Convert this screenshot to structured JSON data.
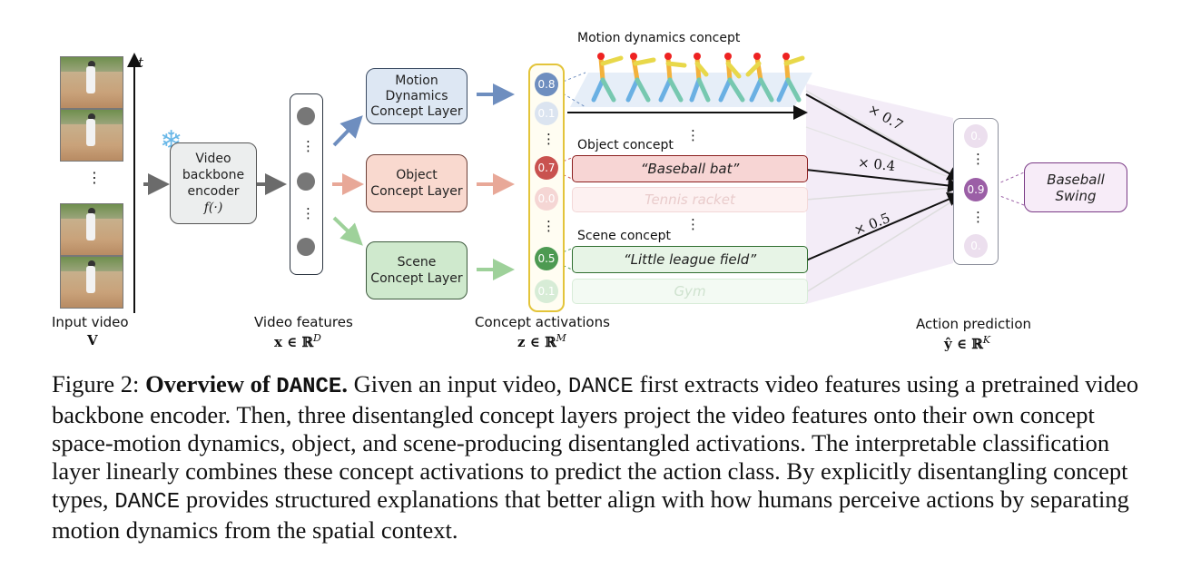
{
  "figure": {
    "t_axis": "t",
    "input_video_label": "Input video",
    "input_video_symbol": "V",
    "ellipsis": "⋮",
    "encoder": {
      "line1": "Video",
      "line2": "backbone",
      "line3": "encoder",
      "fn": "f(·)"
    },
    "features_label": "Video features",
    "features_symbol": "x ∈ ℝ",
    "features_sup": "D",
    "concept_layers": {
      "motion": [
        "Motion",
        "Dynamics",
        "Concept Layer"
      ],
      "object": [
        "Object",
        "Concept Layer"
      ],
      "scene": [
        "Scene",
        "Concept Layer"
      ]
    },
    "activations": {
      "motion_top": "0.8",
      "motion_faded": "0.1",
      "object_top": "0.7",
      "object_faded": "0.0",
      "scene_top": "0.5",
      "scene_faded": "0.1"
    },
    "motion_concept_title": "Motion dynamics concept",
    "object_concept_title": "Object concept",
    "scene_concept_title": "Scene concept",
    "concepts": {
      "object_active": "“Baseball bat”",
      "object_faded": "Tennis racket",
      "scene_active": "“Little league field”",
      "scene_faded": "Gym"
    },
    "weights": {
      "motion": "× 0.7",
      "object": "× 0.4",
      "scene": "× 0.5"
    },
    "activations_label": "Concept activations",
    "activations_symbol": "z ∈ ℝ",
    "activations_sup": "M",
    "prediction": {
      "top": "0.",
      "main": "0.9",
      "bottom": "0."
    },
    "prediction_label": "Action prediction",
    "prediction_symbol": "ŷ ∈ ℝ",
    "prediction_sup": "K",
    "class_label_line1": "Baseball",
    "class_label_line2": "Swing",
    "colors": {
      "motion": "#6e8ebf",
      "object": "#c9524f",
      "scene": "#4d9a52",
      "prediction": "#9b5fa6",
      "highlight_border": "#e3c43a"
    }
  },
  "caption": {
    "prefix": "Figure 2: ",
    "bold_prefix": "Overview of ",
    "bold_name": "DANCE",
    "bold_suffix": ".",
    "part1": "  Given an input video, ",
    "name1": "DANCE",
    "part2": " first extracts video features using a pretrained video backbone encoder. Then, three disentangled concept layers project the video features onto their own concept space-motion dynamics, object, and scene-producing disentangled activations. The interpretable classification layer linearly combines these concept activations to predict the action class. By explicitly disentangling concept types, ",
    "name2": "DANCE",
    "part3": " provides structured explanations that better align with how humans perceive actions by separating motion dynamics from the spatial context."
  }
}
